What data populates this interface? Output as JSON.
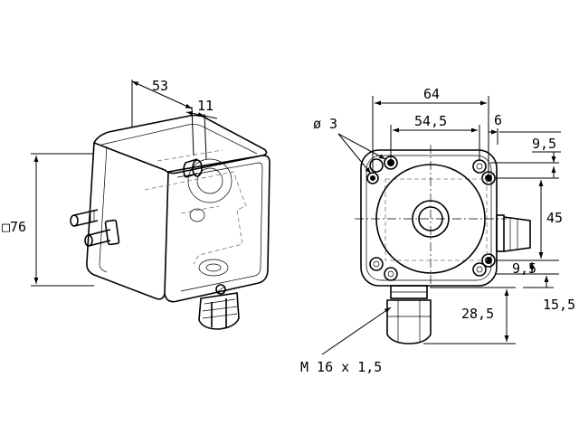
{
  "diagram": {
    "left_view": {
      "dim_depth": "53",
      "dim_fitting": "11",
      "dim_height": "□76"
    },
    "right_view": {
      "dim_hole_pitch": "64",
      "dim_inner_pitch": "54,5",
      "dim_offset_right": "6",
      "dim_hole_diameter": "ø 3",
      "dim_top_offset": "9,5",
      "dim_vertical_pitch": "45",
      "dim_bottom_offset": "9,5",
      "dim_gland_length": "28,5",
      "dim_bottom_total": "15,5",
      "thread_label": "M 16 x 1,5"
    }
  }
}
